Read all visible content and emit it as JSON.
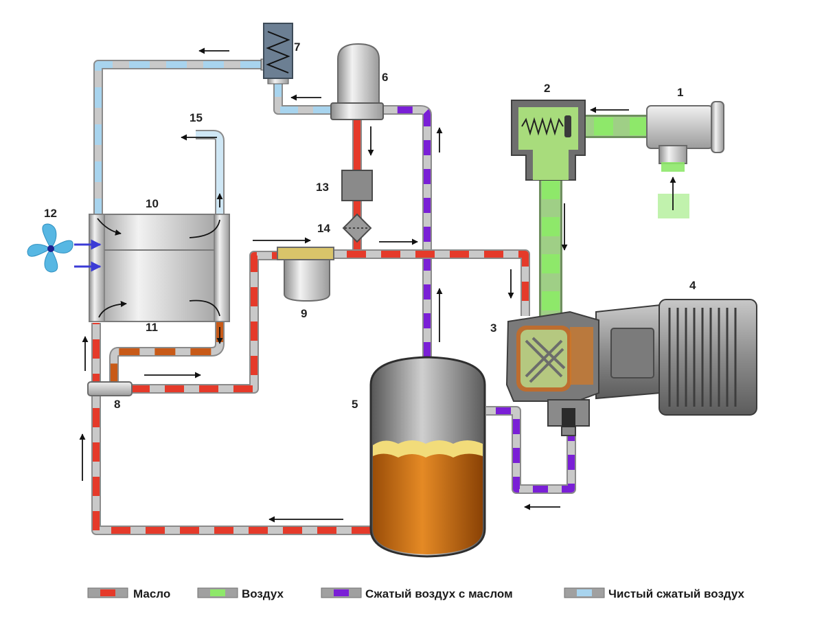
{
  "components": [
    {
      "number": "1"
    },
    {
      "number": "2"
    },
    {
      "number": "3"
    },
    {
      "number": "4"
    },
    {
      "number": "5"
    },
    {
      "number": "6"
    },
    {
      "number": "7"
    },
    {
      "number": "8"
    },
    {
      "number": "9"
    },
    {
      "number": "10"
    },
    {
      "number": "11"
    },
    {
      "number": "12"
    },
    {
      "number": "13"
    },
    {
      "number": "14"
    },
    {
      "number": "15"
    }
  ],
  "legend": {
    "oil": "Масло",
    "air": "Воздух",
    "compressed_air_with_oil": "Сжатый воздух с маслом",
    "clean_compressed_air": "Чистый сжатый воздух"
  },
  "colors": {
    "oil": "#e53a2a",
    "air": "#8ee86a",
    "compressed_air_with_oil": "#7a1fd6",
    "clean_compressed_air": "#a8d4ee",
    "pipe_gray": "#a9a9a9",
    "oil_tank_fill": "#d77a1e",
    "fan_blue": "#57b7e3"
  }
}
